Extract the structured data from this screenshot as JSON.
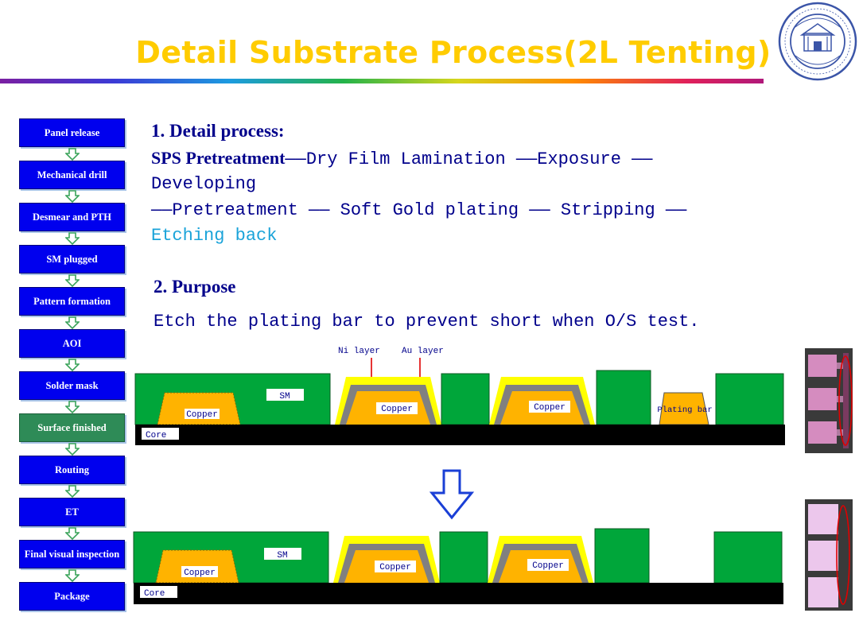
{
  "title": "Detail Substrate Process(2L Tenting)",
  "flow": [
    "Panel release",
    "Mechanical drill",
    "Desmear and PTH",
    "SM plugged",
    "Pattern formation",
    "AOI",
    "Solder mask",
    "Surface finished",
    "Routing",
    "ET",
    "Final visual inspection",
    "Package"
  ],
  "active_step": "Surface finished",
  "section1": {
    "heading": "1. Detail process:",
    "line1_bold": "SPS Pretreatment",
    "line1_rest": "——Dry Film Lamination ——Exposure ——",
    "line2": "Developing",
    "line3": "——Pretreatment —— Soft Gold plating —— Stripping ——",
    "line4": "Etching back"
  },
  "section2": {
    "heading": "2. Purpose",
    "text": "Etch the plating bar to prevent short when O/S test."
  },
  "diagram_labels": {
    "ni_layer": "Ni  layer",
    "au_layer": "Au layer",
    "sm": "SM",
    "copper": "Copper",
    "plating_bar": "Plating bar",
    "core": "Core"
  },
  "colors": {
    "title": "#ffcc00",
    "step": "#0000ee",
    "step_active": "#2e8b57",
    "text": "#00008b",
    "solder_mask": "#00a63a",
    "copper": "#ffb300",
    "gold": "#ffff00",
    "nickel": "#808080",
    "core": "#000000"
  }
}
